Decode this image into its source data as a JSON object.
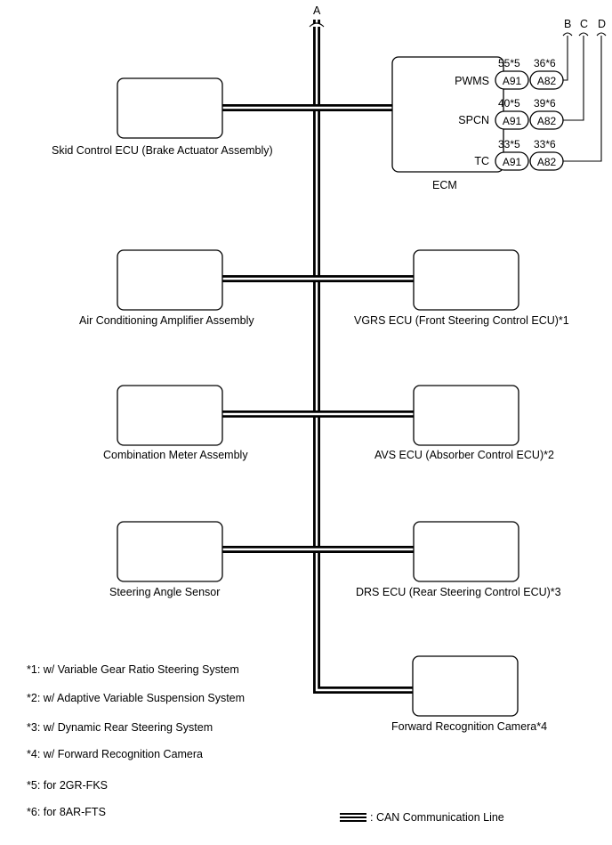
{
  "bus_label": "A",
  "ecm": {
    "name": "ECM",
    "pins": [
      {
        "signal": "PWMS",
        "pin1": "55*5",
        "conn1": "A91",
        "pin2": "36*6",
        "conn2": "A82",
        "dest": "B"
      },
      {
        "signal": "SPCN",
        "pin1": "40*5",
        "conn1": "A91",
        "pin2": "39*6",
        "conn2": "A82",
        "dest": "C"
      },
      {
        "signal": "TC",
        "pin1": "33*5",
        "conn1": "A91",
        "pin2": "33*6",
        "conn2": "A82",
        "dest": "D"
      }
    ]
  },
  "components": {
    "skid_control": "Skid Control ECU (Brake Actuator Assembly)",
    "air_conditioning": "Air Conditioning Amplifier Assembly",
    "vgrs": "VGRS ECU (Front Steering Control ECU)*1",
    "combination_meter": "Combination Meter Assembly",
    "avs": "AVS ECU (Absorber Control ECU)*2",
    "steering_angle": "Steering Angle Sensor",
    "drs": "DRS ECU (Rear Steering Control ECU)*3",
    "forward_camera": "Forward Recognition Camera*4"
  },
  "notes": [
    "*1: w/ Variable Gear Ratio Steering System",
    "*2: w/ Adaptive Variable Suspension System",
    "*3: w/ Dynamic Rear Steering System",
    "*4: w/ Forward Recognition Camera",
    "*5: for 2GR-FKS",
    "*6: for 8AR-FTS"
  ],
  "legend": {
    "label": ": CAN Communication Line"
  }
}
